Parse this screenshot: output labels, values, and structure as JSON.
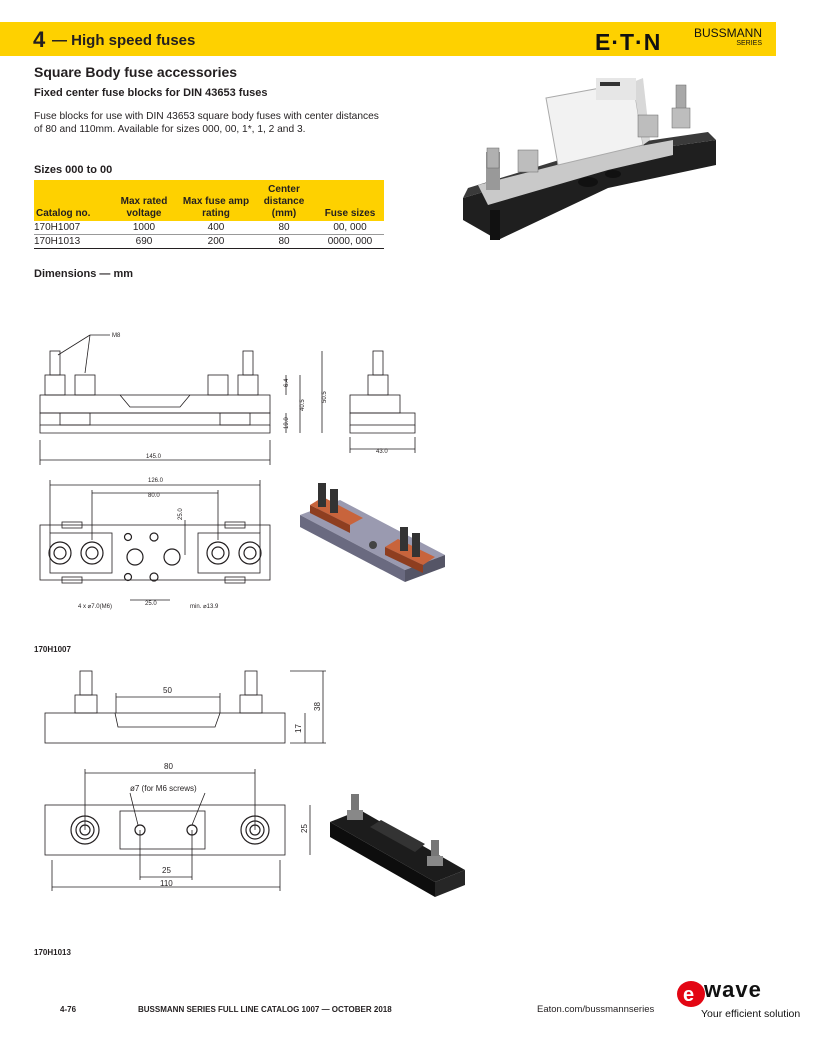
{
  "header": {
    "section_number": "4",
    "section_title": "— High speed fuses",
    "brand": "E·T·N",
    "sub_brand": "BUSSMANN",
    "sub_brand_series": "SERIES"
  },
  "title": "Square Body fuse accessories",
  "subtitle": "Fixed center fuse blocks for DIN 43653 fuses",
  "intro": "Fuse blocks for use with DIN 43653 square body fuses with center distances of 80 and 110mm. Available for sizes 000, 00, 1*, 1, 2 and 3.",
  "sizes_heading": "Sizes 000 to 00",
  "table": {
    "headers": [
      "Catalog no.",
      "Max rated voltage",
      "Max fuse amp rating",
      "Center distance (mm)",
      "Fuse sizes"
    ],
    "rows": [
      [
        "170H1007",
        "1000",
        "400",
        "80",
        "00, 000"
      ],
      [
        "170H1013",
        "690",
        "200",
        "80",
        "0000, 000"
      ]
    ]
  },
  "dimensions_heading": "Dimensions — mm",
  "drawing1": {
    "m8": "M8",
    "d6_4": "6.4",
    "d40_5": "40.5",
    "d50_5": "50.5",
    "d19": "19.0",
    "d145": "145.0",
    "d43": "43.0",
    "d126": "126.0",
    "d80": "80.0",
    "d25v": "25.0",
    "holes": "4 x ⌀7.0(M6)",
    "d25h": "25.0",
    "min13": "min. ⌀13.9"
  },
  "caption1": "170H1007",
  "drawing2": {
    "d50": "50",
    "d38": "38",
    "d17": "17",
    "d80": "80",
    "screws": "ø7  (for M6 screws)",
    "d25v": "25",
    "d25h": "25",
    "d110": "110"
  },
  "caption2": "170H1013",
  "footer": {
    "page": "4-76",
    "catalog": "BUSSMANN SERIES FULL LINE CATALOG 1007 — OCTOBER 2018",
    "url": "Eaton.com/bussmannseries",
    "ewave_name": "wave",
    "ewave_tag": "Your efficient solution"
  },
  "colors": {
    "header_yellow": "#fed100",
    "ewave_red": "#e30613",
    "copper": "#c8643c"
  }
}
